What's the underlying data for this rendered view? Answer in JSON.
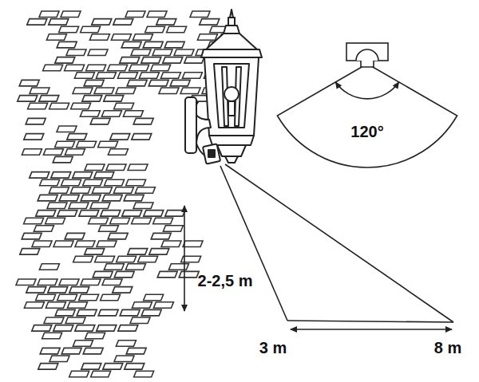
{
  "diagram": {
    "nodes": [
      {
        "text": [
          "120°"
        ]
      }
    ],
    "labels": [
      "2-2,5 m",
      "3 m",
      "8 m"
    ]
  }
}
